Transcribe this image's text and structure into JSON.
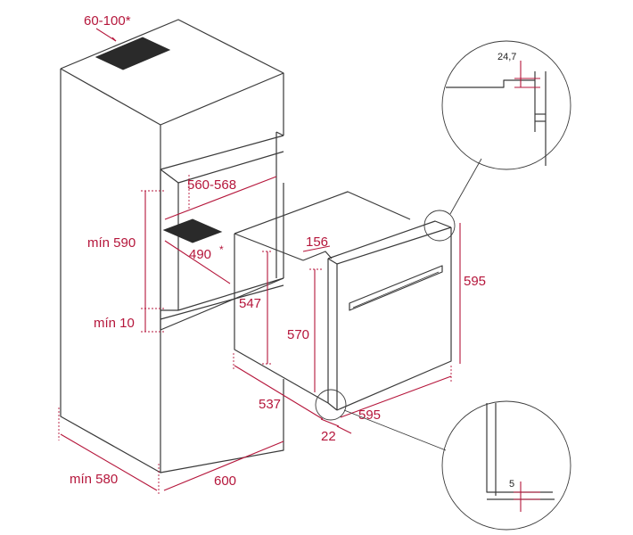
{
  "dimensions": {
    "vent_gap": "60-100*",
    "niche_width": "560-568",
    "niche_height": "mín 590",
    "niche_depth": "490",
    "bottom_gap": "mín 10",
    "cabinet_depth": "mín 580",
    "cabinet_width": "600",
    "oven_body_height": "547",
    "oven_top_step": "156",
    "oven_inner_height": "570",
    "oven_front_height": "595",
    "oven_depth": "537",
    "oven_width": "595",
    "door_offset": "22",
    "detail_top_gap": "24,7",
    "detail_bottom_gap": "5"
  },
  "colors": {
    "dimension": "#b5163b",
    "outline": "#3a3a3a"
  }
}
